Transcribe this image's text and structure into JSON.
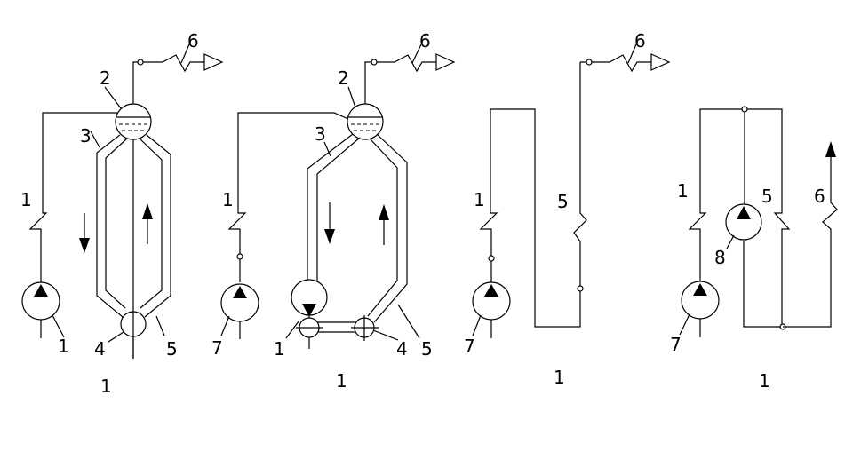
{
  "schemes": [
    {
      "caption": "1",
      "labels": {
        "feed_valve": "1",
        "pump": "1",
        "drum": "2",
        "riser": "3",
        "bottom_header": "4",
        "downcomer": "5",
        "outlet": "6"
      }
    },
    {
      "caption": "1",
      "labels": {
        "drum": "2",
        "riser": "3",
        "feed_valve": "1",
        "pump": "7",
        "circ_pump": "1",
        "bottom_header": "4",
        "downcomer": "5",
        "outlet": "6"
      }
    },
    {
      "caption": "1",
      "labels": {
        "feed_valve": "1",
        "pump": "7",
        "superheater": "5",
        "outlet": "6"
      }
    },
    {
      "caption": "1",
      "labels": {
        "feed_valve": "1",
        "pump": "7",
        "circ_pump": "8",
        "superheater": "5",
        "outlet": "6"
      }
    }
  ]
}
